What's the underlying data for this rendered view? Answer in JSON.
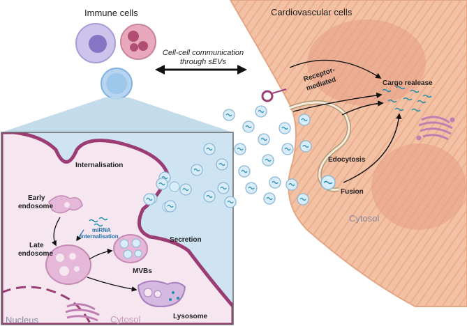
{
  "labels": {
    "immune_cells": "Immune cells",
    "cardiovascular_cells": "Cardiovascular cells",
    "comm_line1": "Cell-cell communication",
    "comm_line2": "through sEVs",
    "receptor_line1": "Receptor-",
    "receptor_line2": "mediated",
    "cargo_release": "Cargo realease",
    "edocytosis": "Edocytosis",
    "fusion": "Fusion",
    "cytosol_right": "Cytosol",
    "internalisation": "Internalisation",
    "early_endosome_1": "Early",
    "early_endosome_2": "endosome",
    "late_endosome_1": "Late",
    "late_endosome_2": "endosome",
    "mirna_1": "miRNA",
    "mirna_2": "internalisation",
    "secretion": "Secretion",
    "mvbs": "MVBs",
    "lysosome": "Lysosome",
    "nucleus": "Nucleus",
    "cytosol_left": "Cytosol"
  },
  "colors": {
    "cardio_fill": "#f3c2a4",
    "cardio_stripe": "#e9a886",
    "cardio_nucleus": "#e39c86",
    "immune_membrane": "#9b3d74",
    "inner_cytosol": "#f6e6f0",
    "zoom_panel": "#bcd8ea",
    "vesicle": "#d9ecf9",
    "cargo": "#1d8aa8",
    "organelle": "#e5b7d9",
    "arrow": "#111111"
  }
}
